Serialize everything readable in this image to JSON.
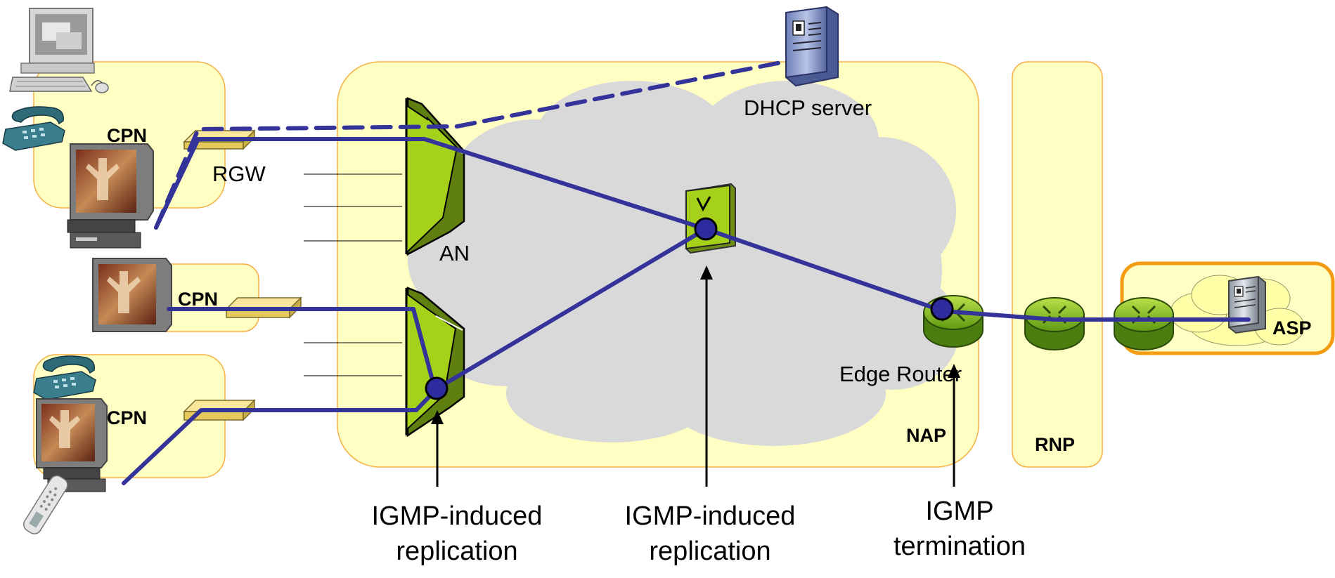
{
  "labels": {
    "cpn_top": "CPN",
    "cpn_mid": "CPN",
    "cpn_bottom": "CPN",
    "rgw": "RGW",
    "an": "AN",
    "dhcp": "DHCP server",
    "edge_router": "Edge Router",
    "nap": "NAP",
    "rnp": "RNP",
    "asp": "ASP",
    "annot_left_1": "IGMP-induced",
    "annot_left_2": "replication",
    "annot_mid_1": "IGMP-induced",
    "annot_mid_2": "replication",
    "annot_right_1": "IGMP",
    "annot_right_2": "termination"
  },
  "colors": {
    "zone_fill": "#ffffc4",
    "zone_border": "#f5b041",
    "asp_border": "#f39c12",
    "cloud": "#d9d9d9",
    "link": "#33339a",
    "device_green": "#a6d11a",
    "router_green": "#8dc21f",
    "modem_yellow": "#f2dc7a",
    "node": "#2c2c9e"
  }
}
